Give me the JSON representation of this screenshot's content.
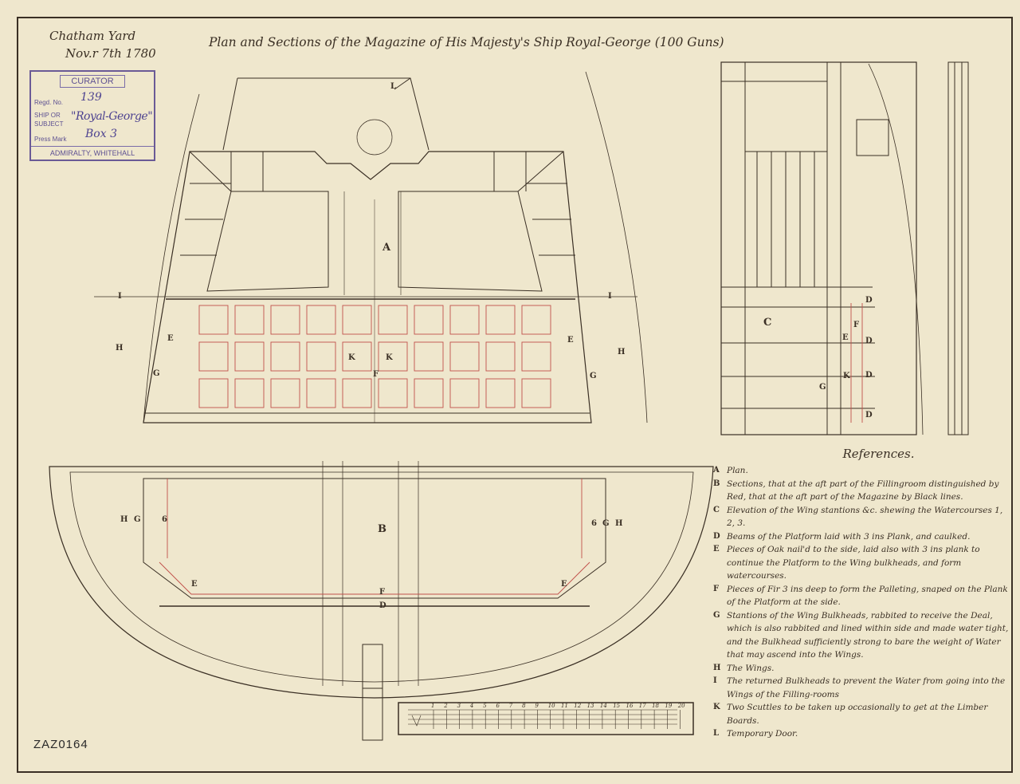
{
  "header": {
    "yard_line1": "Chatham Yard",
    "yard_line2": "Nov.r 7th 1780",
    "title": "Plan and Sections of the Magazine of His Majesty's Ship Royal-George (100 Guns)"
  },
  "stamp": {
    "heading": "CURATOR",
    "regd_label": "Regd. No.",
    "regd_value": "139",
    "ship_label_1": "SHIP OR",
    "ship_label_2": "SUBJECT",
    "ship_value": "\"Royal-George\"",
    "press_label": "Press Mark",
    "press_value": "Box 3",
    "footer": "ADMIRALTY, WHITEHALL",
    "color": "#5e5192"
  },
  "drawing_labels": {
    "plan": {
      "A": "A",
      "I": "I",
      "H": "H",
      "E": "E",
      "K": "K",
      "F": "F",
      "G": "G",
      "L": "L"
    },
    "section": {
      "B": "B",
      "E": "E",
      "F": "F",
      "D": "D",
      "H": "H",
      "G": "G",
      "6": "6"
    },
    "elevation": {
      "C": "C",
      "D": "D",
      "E": "E",
      "F": "F",
      "K": "K",
      "G": "G"
    }
  },
  "scale": {
    "ticks": [
      "1",
      "2",
      "3",
      "4",
      "5",
      "6",
      "7",
      "8",
      "9",
      "10",
      "11",
      "12",
      "13",
      "14",
      "15",
      "16",
      "17",
      "18",
      "19",
      "20"
    ]
  },
  "references": {
    "heading": "References.",
    "items": [
      {
        "key": "A",
        "text": "Plan."
      },
      {
        "key": "B",
        "text": "Sections, that at the aft part of the Fillingroom distinguished by Red, that at the aft part of the Magazine by Black lines."
      },
      {
        "key": "C",
        "text": "Elevation of the Wing stantions &c. shewing the Watercourses 1, 2, 3."
      },
      {
        "key": "D",
        "text": "Beams of the Platform laid with 3 ins Plank, and caulked."
      },
      {
        "key": "E",
        "text": "Pieces of Oak nail'd to the side, laid also with 3 ins plank to continue the Platform to the Wing bulkheads, and form watercourses."
      },
      {
        "key": "F",
        "text": "Pieces of Fir 3 ins deep to form the Palleting, snaped on the Plank of the Platform at the side."
      },
      {
        "key": "G",
        "text": "Stantions of the Wing Bulkheads, rabbited to receive the Deal, which is also rabbited and lined within side and made water tight, and the Bulkhead sufficiently strong to bare the weight of Water that may ascend into the Wings."
      },
      {
        "key": "H",
        "text": "The Wings."
      },
      {
        "key": "I",
        "text": "The returned Bulkheads to prevent the Water from going into the Wings of the Filling-rooms"
      },
      {
        "key": "K",
        "text": "Two Scuttles to be taken up occasionally to get at the Limber Boards."
      },
      {
        "key": "L",
        "text": "Temporary Door."
      }
    ]
  },
  "catalogue_ref": "ZAZ0164",
  "colors": {
    "paper": "#efe7cd",
    "ink": "#3a2f24",
    "red_ink": "#c0504a"
  }
}
